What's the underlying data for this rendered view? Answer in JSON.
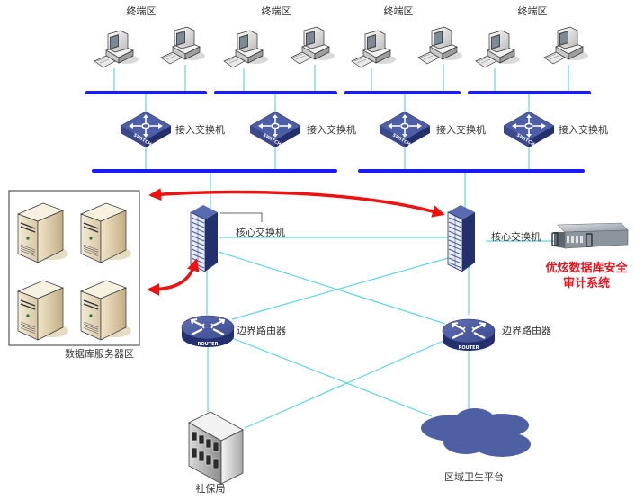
{
  "colors": {
    "bus": "#1a1aff",
    "link": "#5fd9dc",
    "arrow": "#ee1111",
    "device_blue": "#4a5a9c",
    "device_blue_dark": "#24306e",
    "cloud": "#4f5fa3",
    "label_red": "#e8141e"
  },
  "terminal_zones": [
    {
      "label": "终端区"
    },
    {
      "label": "终端区"
    },
    {
      "label": "终端区"
    },
    {
      "label": "终端区"
    }
  ],
  "access_switches": [
    {
      "label": "接入交换机",
      "icon_text": "SWITCH"
    },
    {
      "label": "接入交换机",
      "icon_text": "SWITCH"
    },
    {
      "label": "接入交换机",
      "icon_text": "SWITCH"
    },
    {
      "label": "接入交换机",
      "icon_text": "SWITCH"
    }
  ],
  "core_switches": [
    {
      "label": "核心交换机"
    },
    {
      "label": "核心交换机"
    }
  ],
  "border_routers": [
    {
      "label": "边界路由器",
      "icon_text": "ROUTER"
    },
    {
      "label": "边界路由器",
      "icon_text": "ROUTER"
    }
  ],
  "server_zone": {
    "label": "数据库服务器区",
    "server_count": 4
  },
  "audit_system": {
    "line1": "优炫数据库安全",
    "line2": "审计系统"
  },
  "social_security": {
    "label": "社保局"
  },
  "health_platform": {
    "label": "区域卫生平台"
  }
}
